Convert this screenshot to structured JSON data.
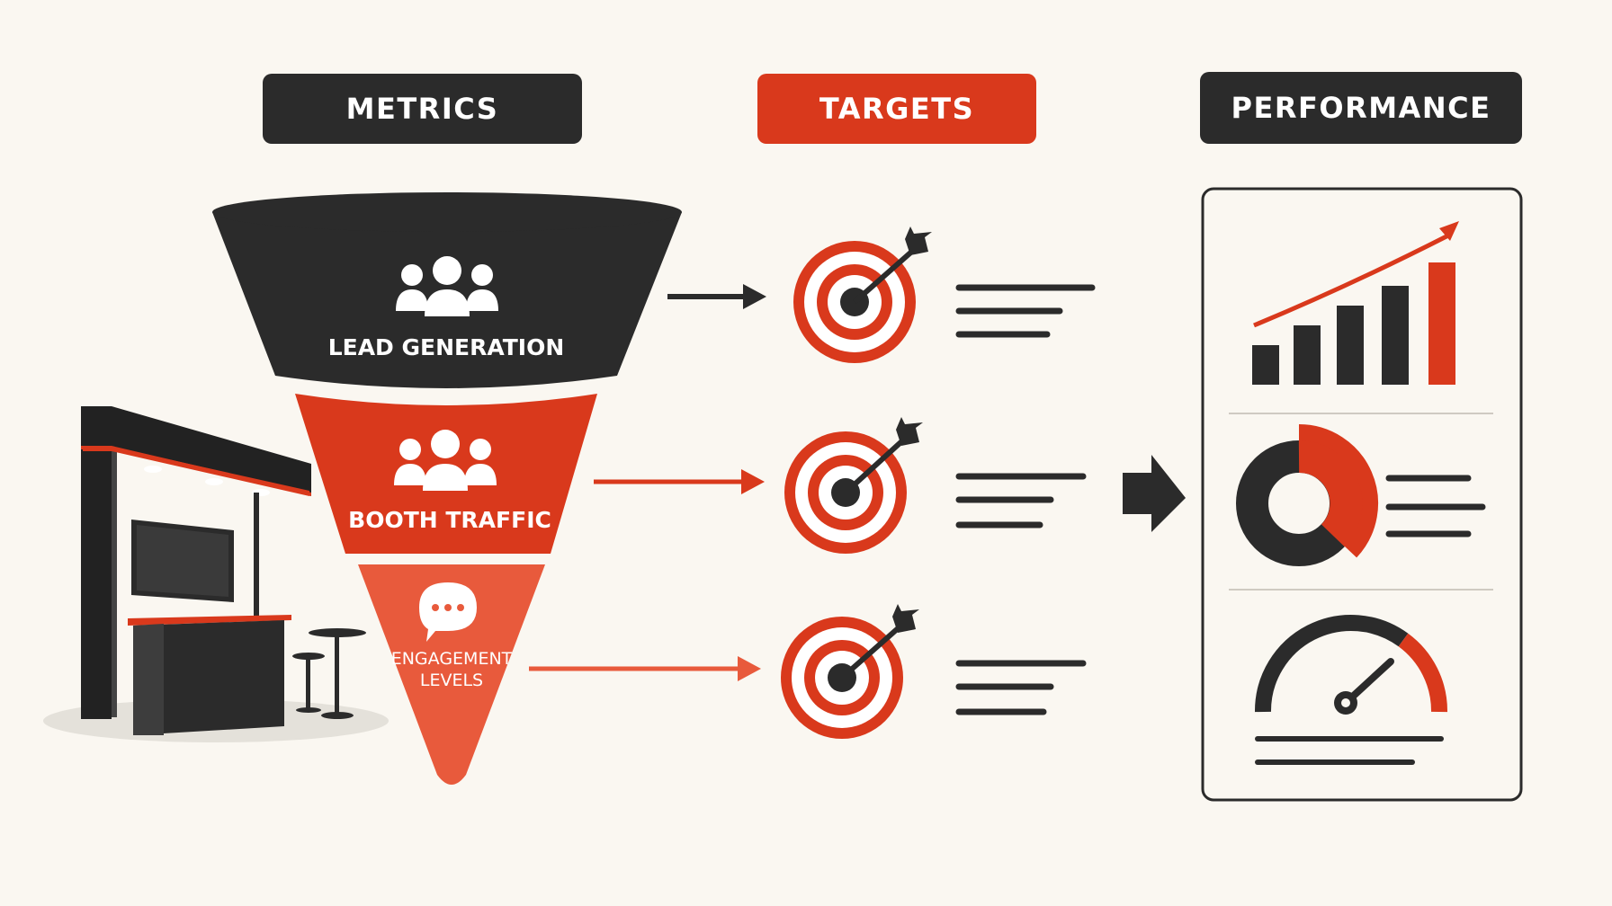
{
  "headers": {
    "metrics": "METRICS",
    "targets": "TARGETS",
    "performance": "PERFORMANCE"
  },
  "funnel": {
    "stage1": "LEAD GENERATION",
    "stage2": "BOOTH TRAFFIC",
    "stage3_line1": "ENGAGEMENT",
    "stage3_line2": "LEVELS"
  },
  "colors": {
    "background": "#faf7f1",
    "dark": "#2b2b2b",
    "accent": "#d9391c",
    "accent_light": "#e85a3c"
  },
  "icons": [
    "people-icon",
    "chat-bubble-icon",
    "target-icon",
    "bar-chart-icon",
    "donut-chart-icon",
    "gauge-icon",
    "arrow-right-icon",
    "trade-show-booth-icon"
  ]
}
